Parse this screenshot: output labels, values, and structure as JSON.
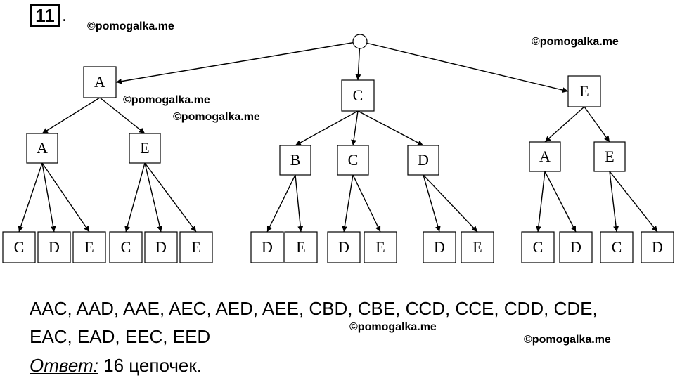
{
  "task": {
    "number": "11",
    "dot": "."
  },
  "watermark": "©pomogalka.me",
  "tree": {
    "root": {
      "label": ""
    },
    "level1": [
      "A",
      "C",
      "E"
    ],
    "level2": [
      [
        "A",
        "E"
      ],
      [
        "B",
        "C",
        "D"
      ],
      [
        "A",
        "E"
      ]
    ],
    "level3": [
      [
        [
          "C",
          "D",
          "E"
        ],
        [
          "C",
          "D",
          "E"
        ]
      ],
      [
        [
          "D",
          "E"
        ],
        [
          "D",
          "E"
        ],
        [
          "D",
          "E"
        ]
      ],
      [
        [
          "C",
          "D"
        ],
        [
          "C",
          "D"
        ]
      ]
    ]
  },
  "chains": {
    "line1": "AAC, AAD, AAE, AEC, AED, AEE, CBD, CBE, CCD, CCE, CDD, CDE,",
    "line2": "EAC, EAD, EEC, EED"
  },
  "answer": {
    "label": "Ответ:",
    "value": " 16 цепочек."
  }
}
